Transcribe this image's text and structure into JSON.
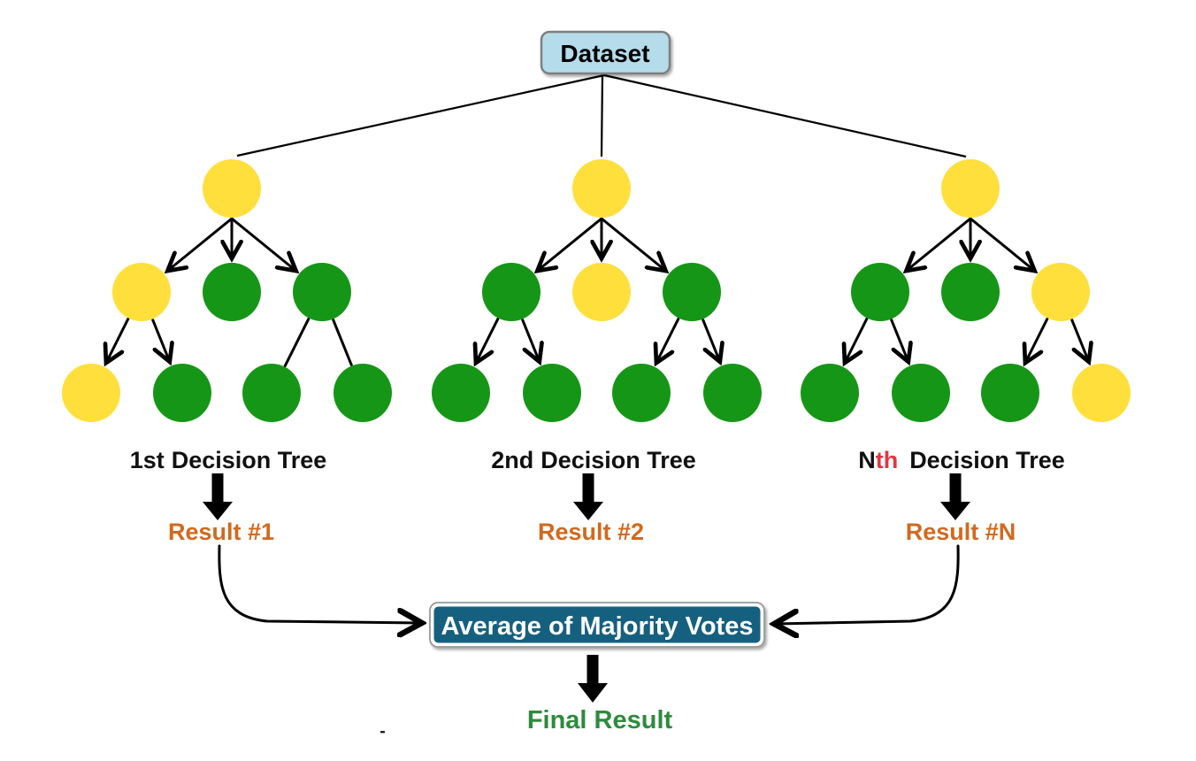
{
  "dataset_label": "Dataset",
  "trees": [
    {
      "ordinal": "1st",
      "ordinal_suffix": "",
      "label_rest": "Decision Tree",
      "result": "Result #1",
      "root_color": "yellow",
      "level2_colors": [
        "yellow",
        "green",
        "green"
      ],
      "level3_colors": [
        "yellow",
        "green",
        "green",
        "green"
      ],
      "level3_arrowheads": [
        true,
        false
      ]
    },
    {
      "ordinal": "2nd",
      "ordinal_suffix": "",
      "label_rest": "Decision Tree",
      "result": "Result #2",
      "root_color": "yellow",
      "level2_colors": [
        "green",
        "yellow",
        "green"
      ],
      "level3_colors": [
        "green",
        "green",
        "green",
        "green"
      ],
      "level3_arrowheads": [
        true,
        true
      ]
    },
    {
      "ordinal": "N",
      "ordinal_suffix": "th",
      "label_rest": "Decision Tree",
      "result": "Result #N",
      "root_color": "yellow",
      "level2_colors": [
        "green",
        "green",
        "yellow"
      ],
      "level3_colors": [
        "green",
        "green",
        "green",
        "yellow"
      ],
      "level3_arrowheads": [
        true,
        true
      ]
    }
  ],
  "aggregate_label": "Average of Majority Votes",
  "final_result_label": "Final Result",
  "colors": {
    "node_yellow": "#FFDF3C",
    "node_green": "#169616",
    "dataset_fill": "#B5DCEA",
    "dataset_border": "#7F7F7F",
    "aggregate_fill": "#16607F",
    "aggregate_text": "#FFFFFF",
    "result_text": "#D2691E",
    "nth_suffix_red": "#E8333F",
    "final_text": "#2E8B3C",
    "line_black": "#000000"
  }
}
